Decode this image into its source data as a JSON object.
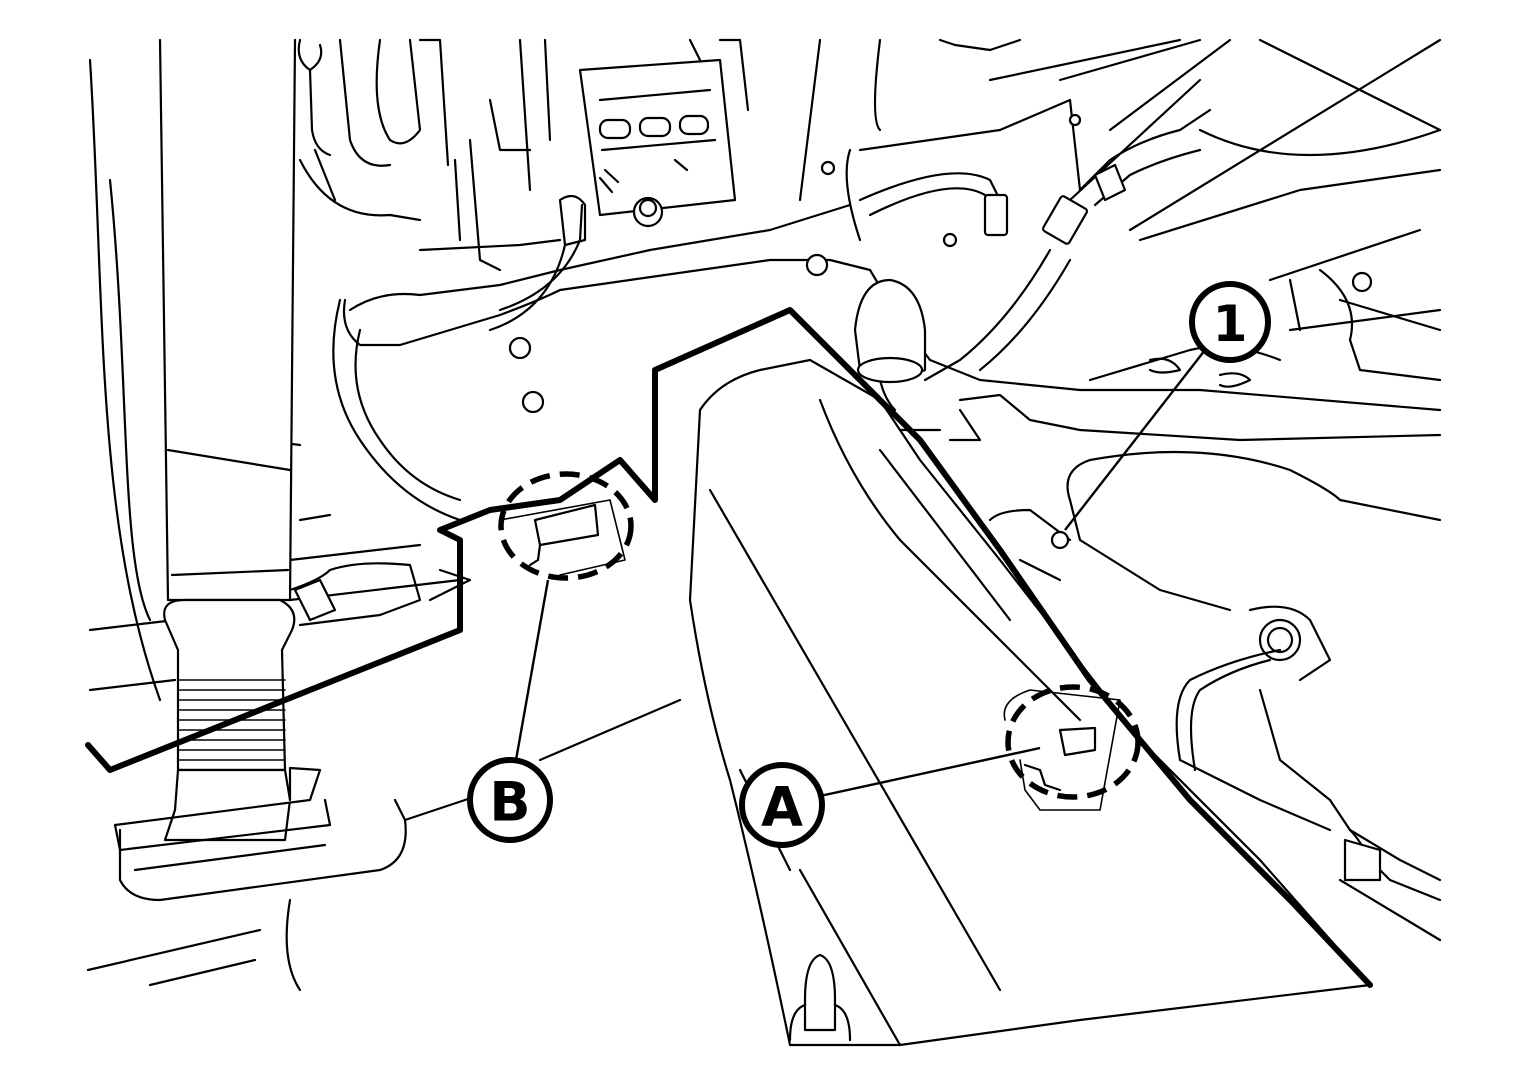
{
  "callouts": {
    "part_1": "1",
    "clip_a": "A",
    "clip_b": "B"
  }
}
